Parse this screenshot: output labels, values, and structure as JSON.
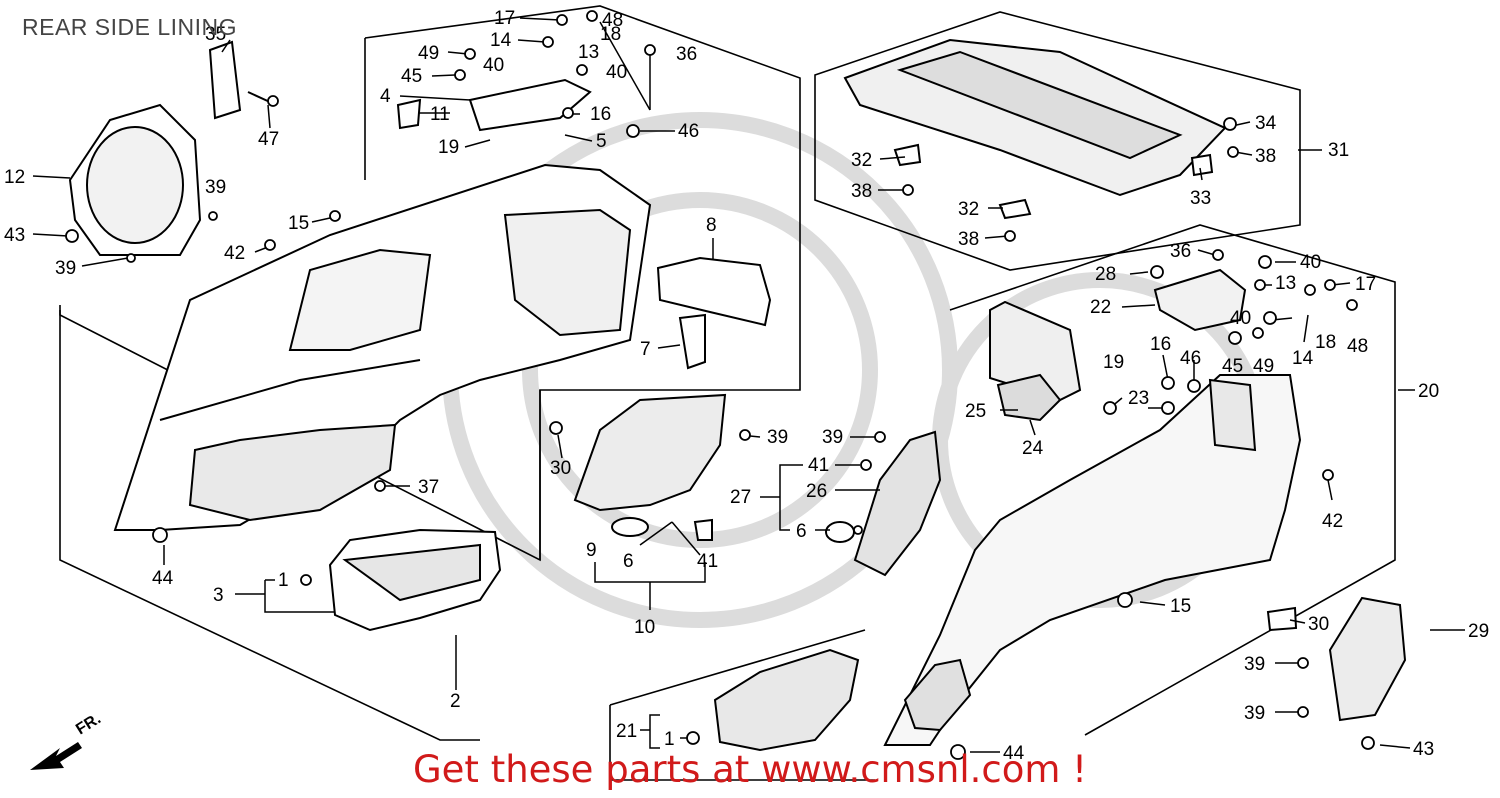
{
  "header": {
    "title": "REAR SIDE LINING"
  },
  "footer": {
    "text": "Get these parts at www.cmsnl.com !"
  },
  "direction_label": "FR.",
  "callouts": {
    "c35": "35",
    "c47": "47",
    "c12": "12",
    "c39a": "39",
    "c43a": "43",
    "c39b": "39",
    "c15a": "15",
    "c42a": "42",
    "c17a": "17",
    "c48a": "48",
    "c18a": "18",
    "c14a": "14",
    "c49a": "49",
    "c13a": "13",
    "c40a": "40",
    "c40b": "40",
    "c45a": "45",
    "c36a": "36",
    "c4": "4",
    "c11": "11",
    "c16a": "16",
    "c46a": "46",
    "c19a": "19",
    "c5": "5",
    "c8": "8",
    "c7": "7",
    "c37": "37",
    "c44a": "44",
    "c3": "3",
    "c1a": "1",
    "c2": "2",
    "c30a": "30",
    "c39c": "39",
    "c39d": "39",
    "c9": "9",
    "c6a": "6",
    "c41a": "41",
    "c10": "10",
    "c41b": "41",
    "c26": "26",
    "c27": "27",
    "c6b": "6",
    "c32a": "32",
    "c38a": "38",
    "c32b": "32",
    "c38b": "38",
    "c34": "34",
    "c38c": "38",
    "c31": "31",
    "c33": "33",
    "c36b": "36",
    "c40c": "40",
    "c28": "28",
    "c13b": "13",
    "c17b": "17",
    "c22": "22",
    "c40d": "40",
    "c18b": "18",
    "c48b": "48",
    "c14b": "14",
    "c45b": "45",
    "c49b": "49",
    "c16b": "16",
    "c46b": "46",
    "c19b": "19",
    "c23": "23",
    "c25": "25",
    "c24": "24",
    "c20": "20",
    "c42b": "42",
    "c15b": "15",
    "c30b": "30",
    "c29": "29",
    "c39e": "39",
    "c39f": "39",
    "c43b": "43",
    "c21": "21",
    "c1b": "1",
    "c44b": "44"
  },
  "colors": {
    "line": "#000000",
    "footer": "#d11a1a",
    "title": "#444444",
    "watermark": "#d8d8d8"
  }
}
